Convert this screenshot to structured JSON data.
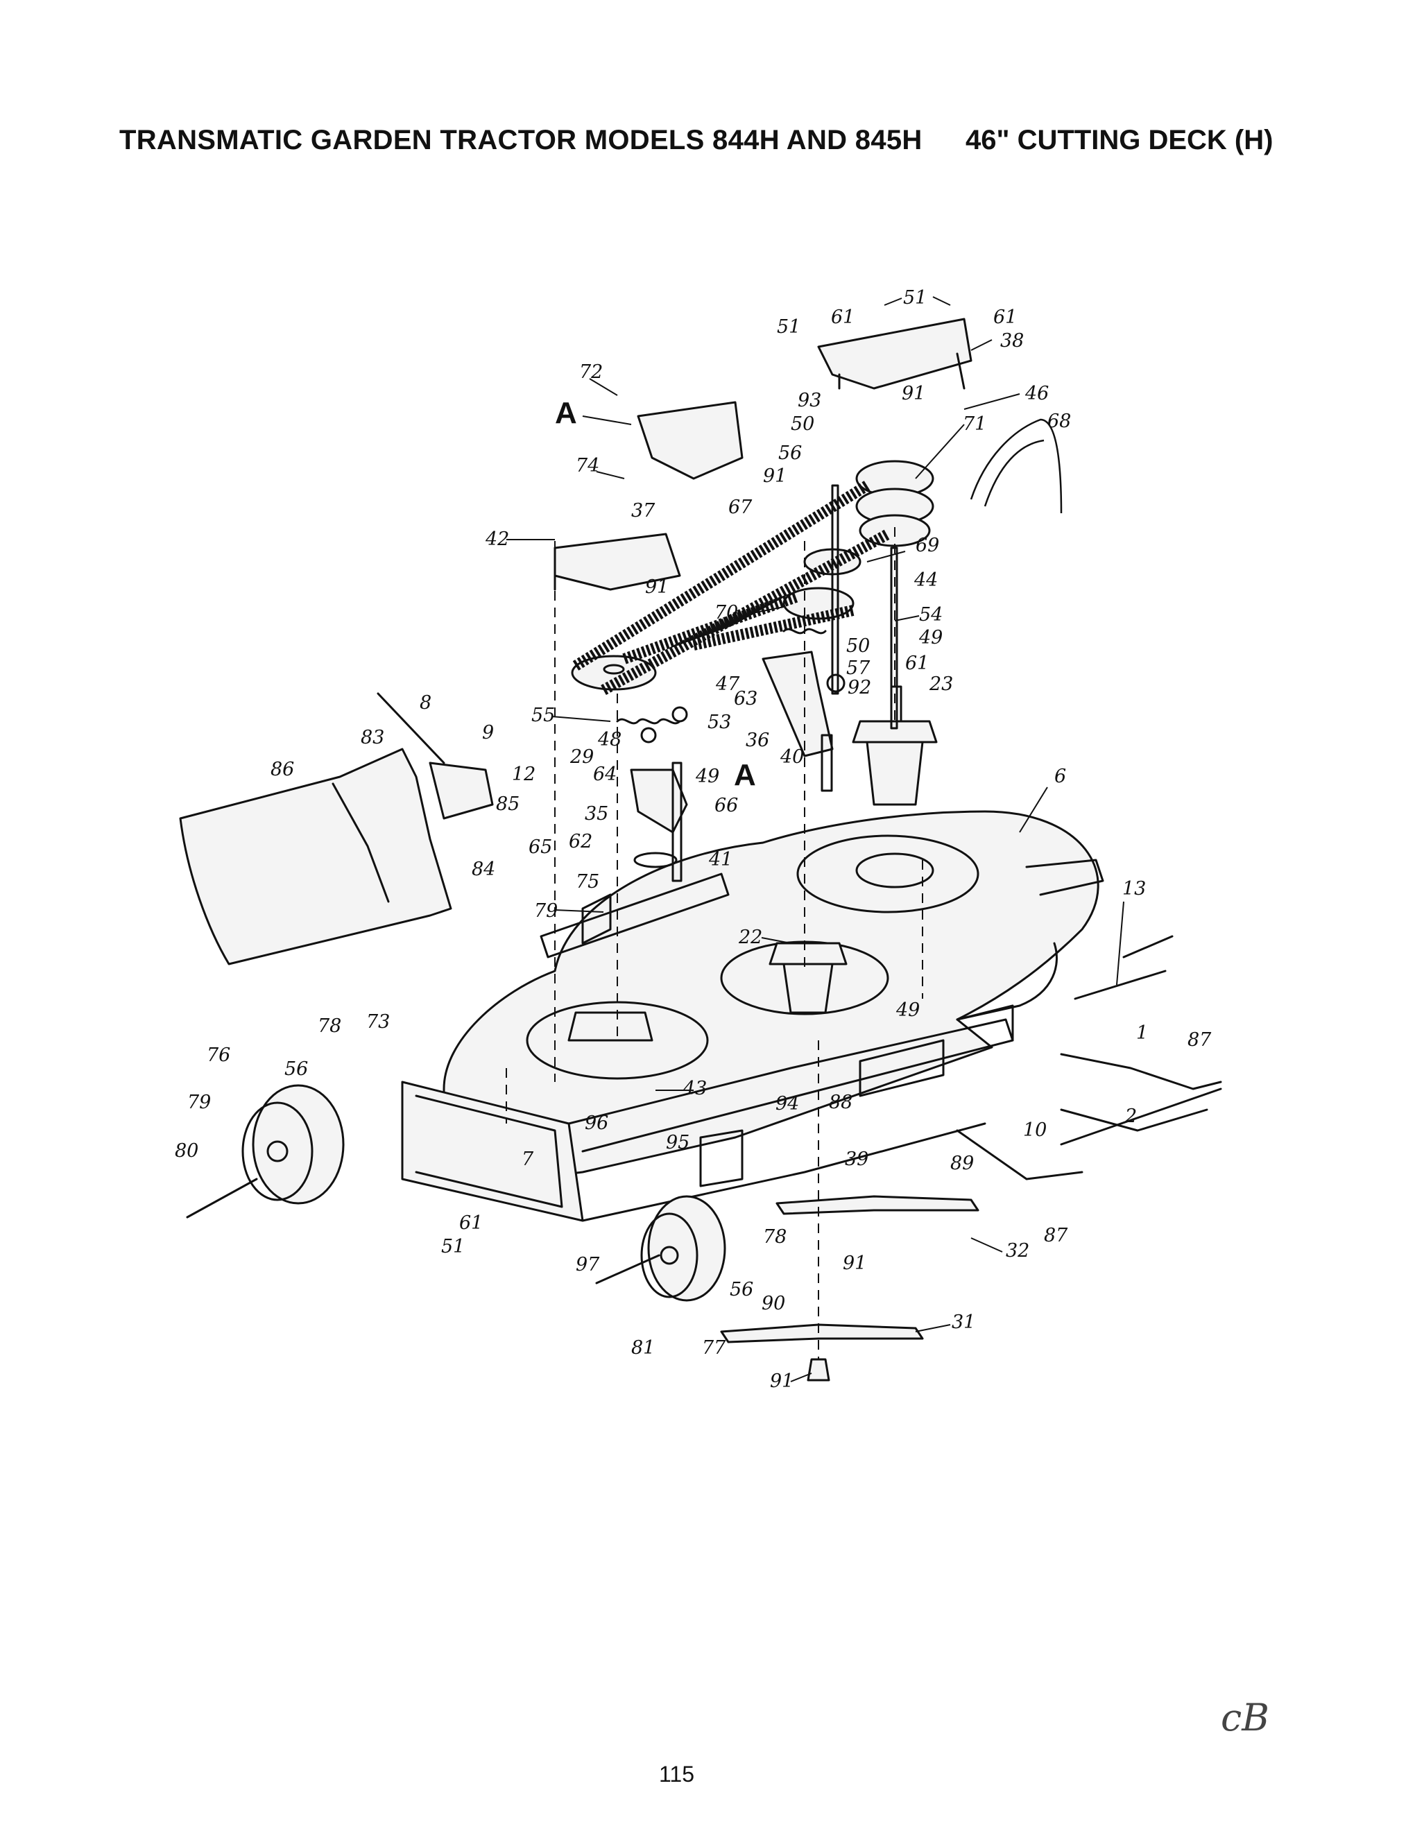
{
  "header": {
    "title": "TRANSMATIC GARDEN TRACTOR MODELS 844H AND 845H",
    "subtitle": "46\" CUTTING DECK (H)"
  },
  "footer": {
    "page_number": "115",
    "initials": "cB"
  },
  "callouts": {
    "p51a": "51",
    "p51b": "51",
    "p61a": "61",
    "p61b": "61",
    "p38": "38",
    "p72": "72",
    "pA1": "A",
    "p93": "93",
    "p91a": "91",
    "p46": "46",
    "p50a": "50",
    "p71": "71",
    "p68": "68",
    "p56a": "56",
    "p74": "74",
    "p91b": "91",
    "p37": "37",
    "p67": "67",
    "p42": "42",
    "p69": "69",
    "p44": "44",
    "p91c": "91",
    "p70": "70",
    "p54": "54",
    "p50b": "50",
    "p49a": "49",
    "p57": "57",
    "p61c": "61",
    "p23": "23",
    "p92": "92",
    "p8": "8",
    "p63": "63",
    "p47": "47",
    "p55": "55",
    "p53": "53",
    "p9": "9",
    "p83": "83",
    "p48": "48",
    "p36": "36",
    "p29": "29",
    "p40": "40",
    "p12": "12",
    "p64": "64",
    "p49b": "49",
    "pA2": "A",
    "p86": "86",
    "p85": "85",
    "p66": "66",
    "p35": "35",
    "p6": "6",
    "p84": "84",
    "p65": "65",
    "p62": "62",
    "p41": "41",
    "p75": "75",
    "p13": "13",
    "p79a": "79",
    "p22": "22",
    "p49c": "49",
    "p78a": "78",
    "p73": "73",
    "p1": "1",
    "p87a": "87",
    "p76": "76",
    "p56b": "56",
    "p43": "43",
    "p94": "94",
    "p88": "88",
    "p79b": "79",
    "p96": "96",
    "p10": "10",
    "p2": "2",
    "p80": "80",
    "p95": "95",
    "p7": "7",
    "p39": "39",
    "p89": "89",
    "p61d": "61",
    "p78b": "78",
    "p87b": "87",
    "p51c": "51",
    "p32": "32",
    "p97": "97",
    "p91d": "91",
    "p56c": "56",
    "p90": "90",
    "p31": "31",
    "p81": "81",
    "p77": "77",
    "p91e": "91"
  }
}
